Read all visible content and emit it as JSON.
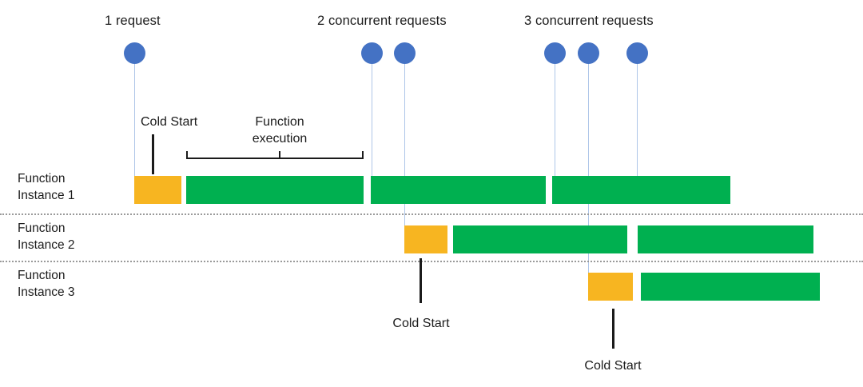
{
  "diagram": {
    "title_texts": {
      "request_1": "1 request",
      "request_2": "2 concurrent requests",
      "request_3": "3 concurrent requests"
    },
    "annotations": {
      "cold_start_1": "Cold Start",
      "cold_start_2": "Cold Start",
      "cold_start_3": "Cold Start",
      "function_execution_line1": "Function",
      "function_execution_line2": "execution"
    },
    "rows": [
      {
        "label_line1": "Function",
        "label_line2": "Instance 1"
      },
      {
        "label_line1": "Function",
        "label_line2": "Instance 2"
      },
      {
        "label_line1": "Function",
        "label_line2": "Instance 3"
      }
    ],
    "colors": {
      "cold_start": "#f7b521",
      "execution": "#00b050",
      "request_dot": "#4472c4",
      "stem": "#aec6e8",
      "divider": "#9a9a9a",
      "text": "#1b1b1b"
    },
    "requests": [
      {
        "group": "1 request",
        "index": 1
      },
      {
        "group": "2 concurrent requests",
        "index": 1
      },
      {
        "group": "2 concurrent requests",
        "index": 2
      },
      {
        "group": "3 concurrent requests",
        "index": 1
      },
      {
        "group": "3 concurrent requests",
        "index": 2
      },
      {
        "group": "3 concurrent requests",
        "index": 3
      }
    ],
    "segments": {
      "instance_1": [
        {
          "kind": "cold-start"
        },
        {
          "kind": "execution"
        },
        {
          "kind": "execution"
        },
        {
          "kind": "execution"
        }
      ],
      "instance_2": [
        {
          "kind": "cold-start"
        },
        {
          "kind": "execution"
        },
        {
          "kind": "execution"
        }
      ],
      "instance_3": [
        {
          "kind": "cold-start"
        },
        {
          "kind": "execution"
        }
      ]
    }
  }
}
